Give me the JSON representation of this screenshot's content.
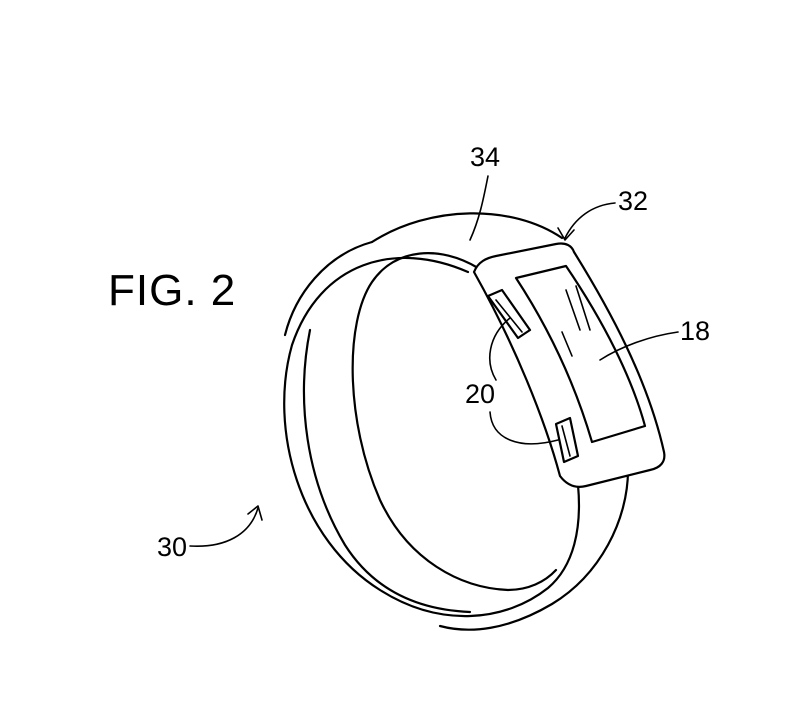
{
  "figure": {
    "title": "FIG. 2"
  },
  "labels": {
    "device": "30",
    "band": "34",
    "housing": "32",
    "display": "18",
    "buttons": "20"
  },
  "colors": {
    "ink": "#000000",
    "background": "#ffffff"
  }
}
